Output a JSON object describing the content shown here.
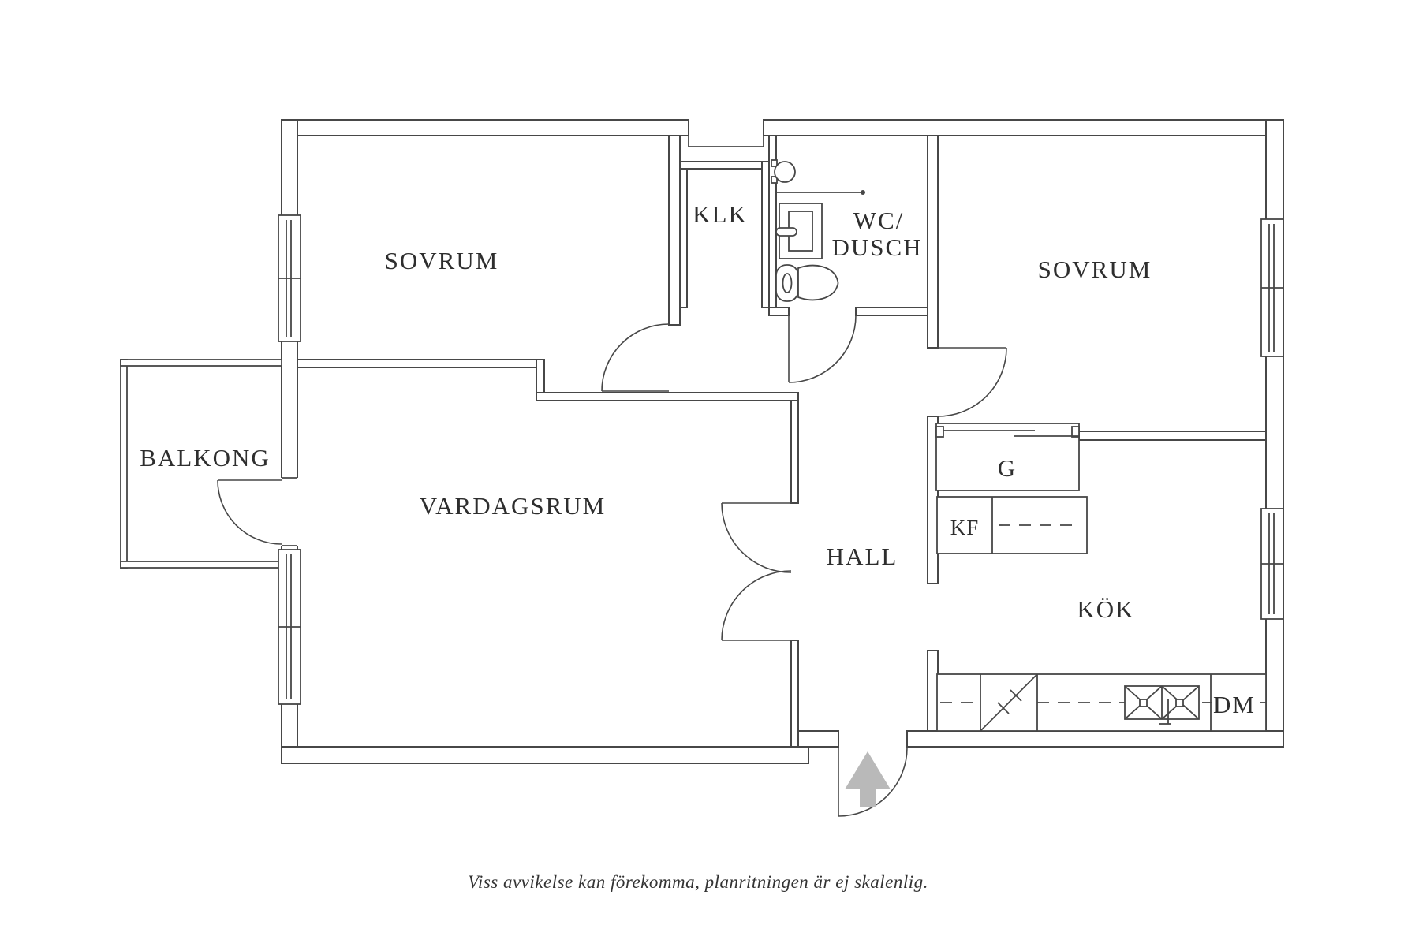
{
  "rooms": {
    "sovrum_left": {
      "label": "SOVRUM"
    },
    "klk": {
      "label": "KLK"
    },
    "wc_dusch": {
      "label_line1": "WC/",
      "label_line2": "DUSCH"
    },
    "sovrum_right": {
      "label": "SOVRUM"
    },
    "balkong": {
      "label": "BALKONG"
    },
    "vardagsrum": {
      "label": "VARDAGSRUM"
    },
    "hall": {
      "label": "HALL"
    },
    "garderob": {
      "label": "G"
    },
    "kyl_frys": {
      "label": "KF"
    },
    "kok": {
      "label": "KÖK"
    },
    "diskmaskin": {
      "label": "DM"
    }
  },
  "footer": {
    "disclaimer": "Viss avvikelse kan förekomma, planritningen är ej skalenlig."
  },
  "colors": {
    "wall_line": "#474747",
    "text": "#2e2e2e",
    "entry_arrow": "#b9b9b9",
    "background": "#ffffff"
  }
}
